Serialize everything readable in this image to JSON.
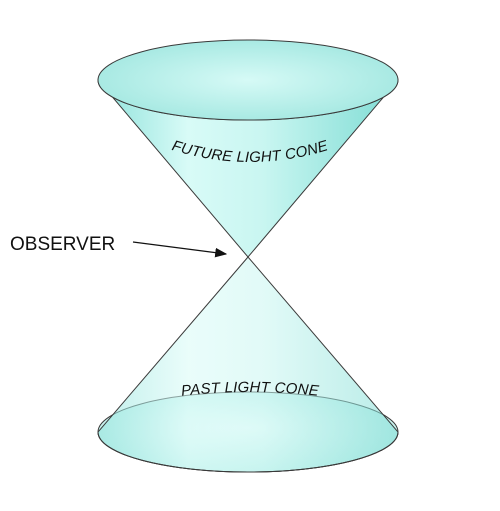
{
  "labels": {
    "future_cone": "FUTURE LIGHT CONE",
    "past_cone": "PAST LIGHT CONE",
    "observer": "OBSERVER"
  },
  "colors": {
    "cone_fill_light": "#f2fffd",
    "cone_fill_mid": "#bff3ee",
    "cone_fill_dark": "#7fdcd4",
    "top_face": "#aee9e4",
    "outline": "#3a3a3a",
    "text": "#111111"
  }
}
